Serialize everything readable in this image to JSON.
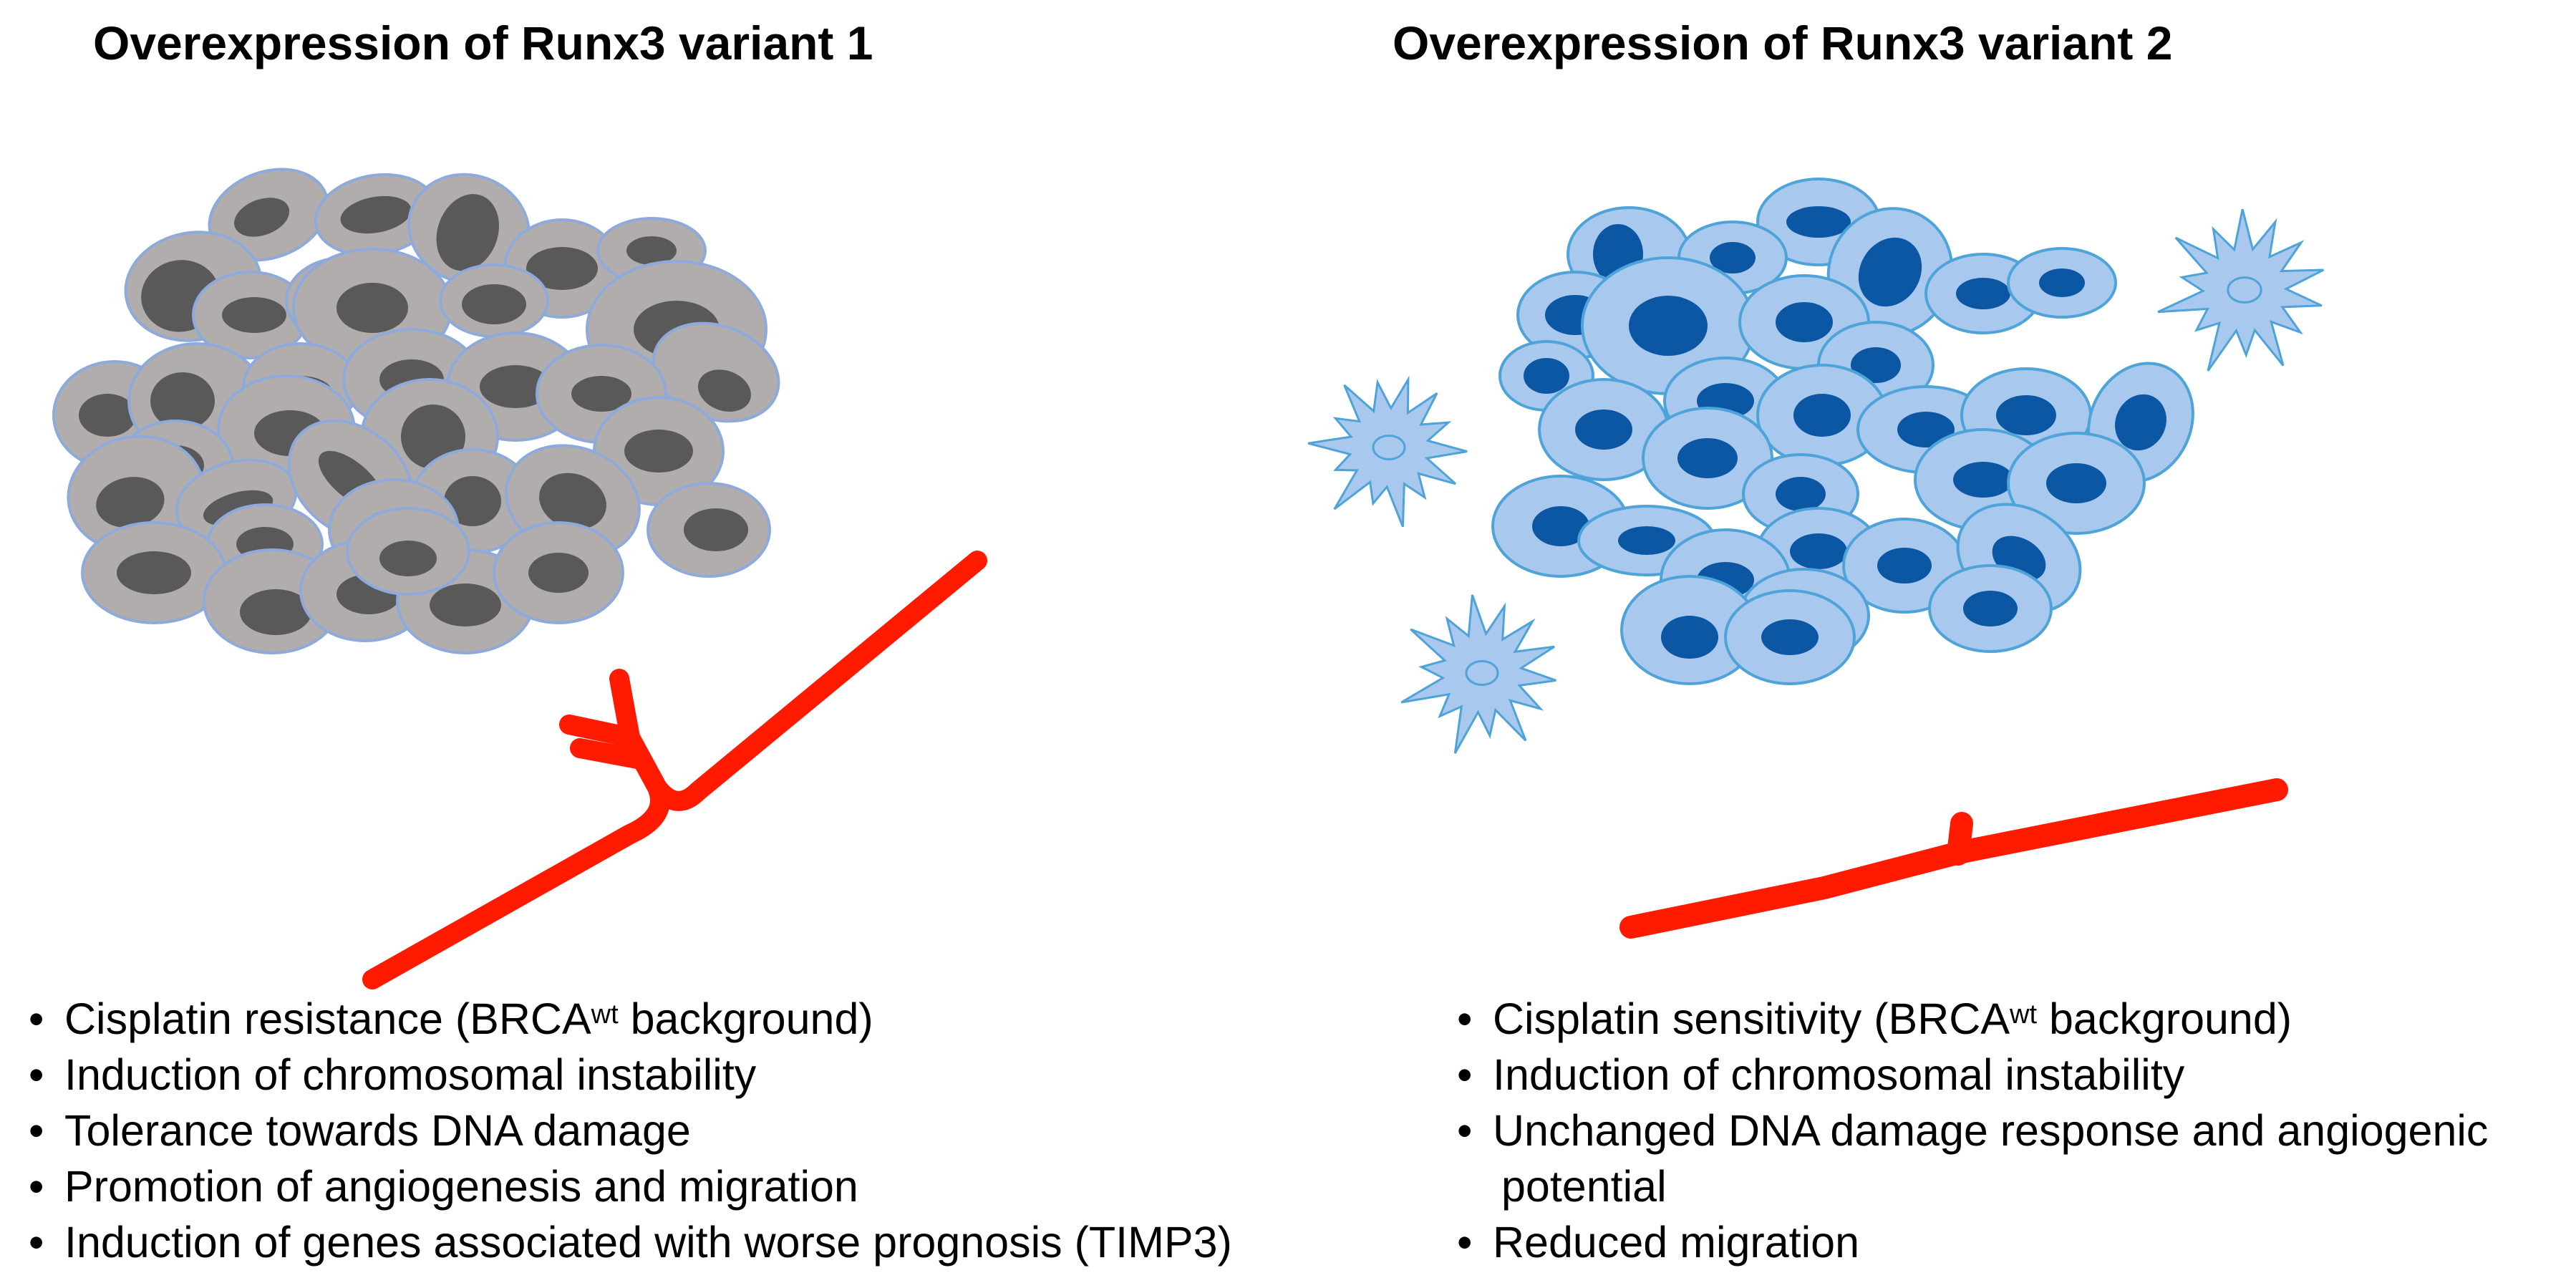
{
  "panels": [
    {
      "title": "Overexpression of Runx3 variant 1",
      "bullets": [
        {
          "pre": "Cisplatin resistance (BRCA",
          "sup": "wt",
          "post": " background)"
        },
        {
          "pre": "Induction of chromosomal instability",
          "sup": "",
          "post": ""
        },
        {
          "pre": "Tolerance towards DNA damage",
          "sup": "",
          "post": ""
        },
        {
          "pre": "Promotion of angiogenesis and migration",
          "sup": "",
          "post": ""
        },
        {
          "pre": "Induction of genes associated with worse prognosis (TIMP3)",
          "sup": "",
          "post": ""
        }
      ]
    },
    {
      "title": "Overexpression of Runx3 variant 2",
      "bullets": [
        {
          "pre": "Cisplatin sensitivity (BRCA",
          "sup": "wt",
          "post": " background)"
        },
        {
          "pre": "Induction of chromosomal instability",
          "sup": "",
          "post": ""
        },
        {
          "pre": "Unchanged DNA damage response and angiogenic",
          "sup": "",
          "post": "",
          "cont": "potential"
        },
        {
          "pre": "Reduced migration",
          "sup": "",
          "post": ""
        }
      ]
    }
  ],
  "colors": {
    "grey_cell_fill": "#b1adac",
    "grey_nucleus": "#595959",
    "grey_outline": "#8eaadb",
    "blue_cell_fill": "#a9c8ee",
    "blue_nucleus": "#0b57a4",
    "blue_outline": "#4ea3d8",
    "vessel": "#ff1a00"
  }
}
